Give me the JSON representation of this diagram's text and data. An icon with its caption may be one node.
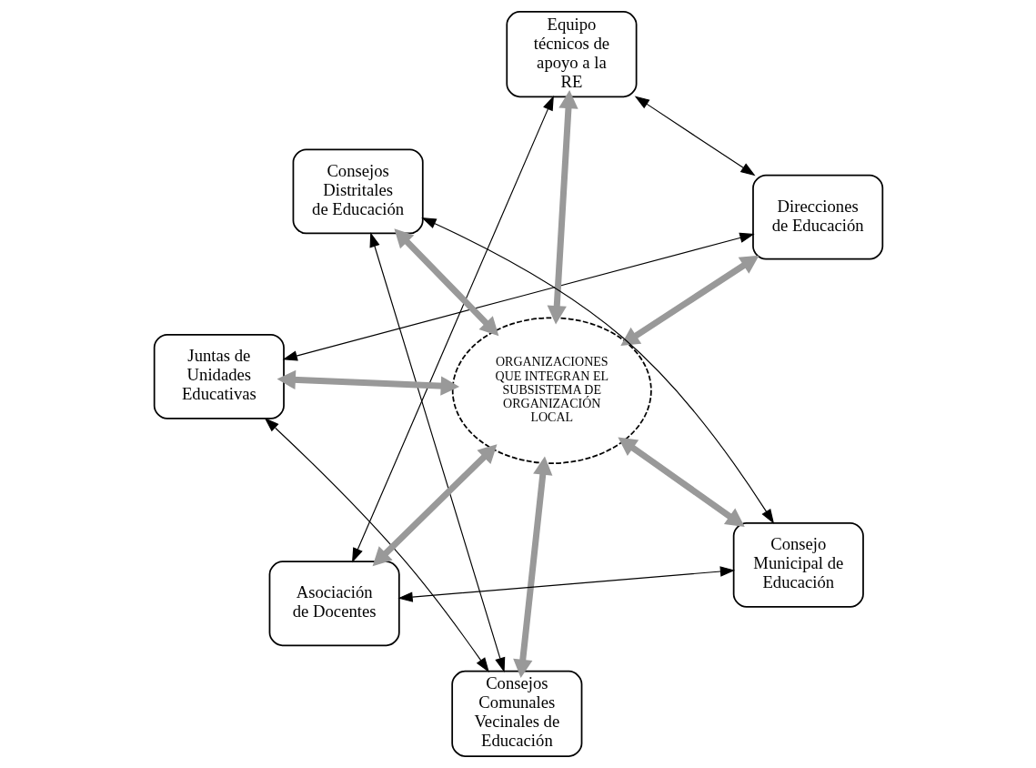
{
  "diagram": {
    "nodes": [
      {
        "text": [
          "Juntas de Unidades Educativas"
        ]
      },
      {
        "text": [
          "Direcciones de Educación"
        ]
      },
      {
        "text": [
          "Consejos Comunales Vecinales de Educación"
        ]
      },
      {
        "text": [
          "Equipo técnicos de apoyo a la RE"
        ]
      },
      {
        "text": [
          "ORGANIZACIONES QUE INTEGRAN EL SUBSISTEMA DE ORGANIZACIÓN LOCAL"
        ]
      },
      {
        "text": [
          "Consejos Distritales de Educación"
        ]
      },
      {
        "text": [
          "Asociación de Docentes"
        ]
      },
      {
        "text": [
          "Consejo Municipal de Educación"
        ]
      }
    ],
    "edges": [
      {
        "from": 0,
        "to": 1,
        "arrow": "both"
      },
      {
        "from": 2,
        "to": 0,
        "arrow": "both"
      },
      {
        "from": 1,
        "to": 3,
        "arrow": "both"
      },
      {
        "from": 2,
        "to": 5,
        "arrow": "both"
      },
      {
        "from": 3,
        "to": 6,
        "arrow": "both"
      },
      {
        "from": 5,
        "to": 7,
        "arrow": "both"
      },
      {
        "from": 6,
        "to": 7,
        "arrow": "both"
      },
      {
        "from": 4,
        "to": 0,
        "arrow": "both",
        "style": "thick",
        "color": "#999999"
      },
      {
        "from": 4,
        "to": 1,
        "arrow": "both",
        "style": "thick",
        "color": "#999999"
      },
      {
        "from": 4,
        "to": 2,
        "arrow": "both",
        "style": "thick",
        "color": "#999999"
      },
      {
        "from": 4,
        "to": 3,
        "arrow": "both",
        "style": "thick",
        "color": "#999999"
      },
      {
        "from": 4,
        "to": 5,
        "arrow": "both",
        "style": "thick",
        "color": "#999999"
      },
      {
        "from": 4,
        "to": 6,
        "arrow": "both",
        "style": "thick",
        "color": "#999999"
      },
      {
        "from": 4,
        "to": 7,
        "arrow": "both",
        "style": "thick",
        "color": "#999999"
      }
    ]
  }
}
